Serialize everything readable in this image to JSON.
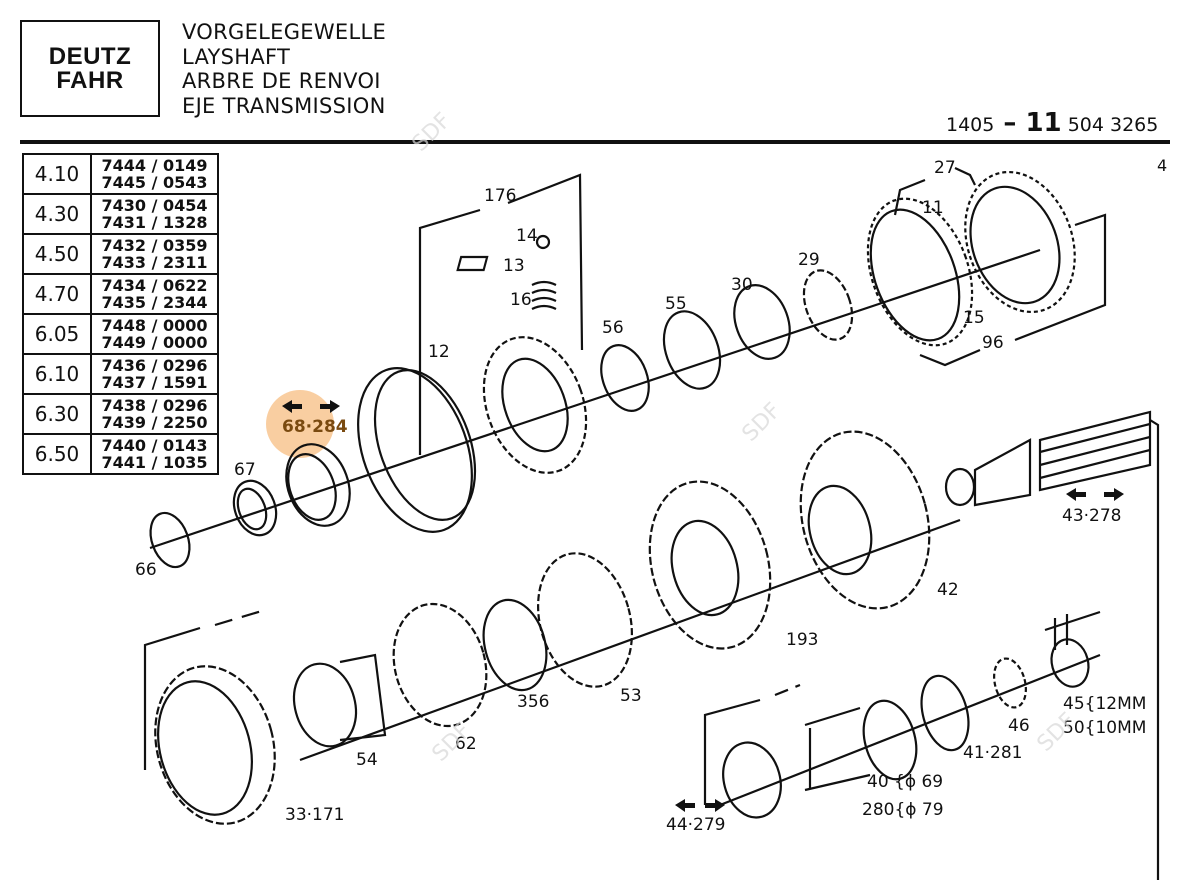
{
  "header": {
    "logo": [
      "DEUTZ",
      "FAHR"
    ],
    "titles": [
      "VORGELEGEWELLE",
      "LAYSHAFT",
      "ARBRE DE RENVOI",
      "EJE TRANSMISSION"
    ],
    "drawing_code": {
      "prefix": "1405",
      "section": "11",
      "number": "504 3265"
    },
    "page": "4"
  },
  "variants_table": [
    {
      "model": "4.10",
      "codes": [
        "7444 / 0149",
        "7445 / 0543"
      ]
    },
    {
      "model": "4.30",
      "codes": [
        "7430 / 0454",
        "7431 / 1328"
      ]
    },
    {
      "model": "4.50",
      "codes": [
        "7432 / 0359",
        "7433 / 2311"
      ]
    },
    {
      "model": "4.70",
      "codes": [
        "7434 / 0622",
        "7435 / 2344"
      ]
    },
    {
      "model": "6.05",
      "codes": [
        "7448 / 0000",
        "7449 / 0000"
      ]
    },
    {
      "model": "6.10",
      "codes": [
        "7436 / 0296",
        "7437 / 1591"
      ]
    },
    {
      "model": "6.30",
      "codes": [
        "7438 / 0296",
        "7439 / 2250"
      ]
    },
    {
      "model": "6.50",
      "codes": [
        "7440 / 0143",
        "7441 / 1035"
      ]
    }
  ],
  "highlight": {
    "part": "68·284",
    "color": "#f8c690"
  },
  "part_labels": {
    "p176": "176",
    "p14": "14",
    "p13": "13",
    "p16": "16",
    "p12": "12",
    "p56": "56",
    "p55": "55",
    "p30": "30",
    "p29": "29",
    "p27": "27",
    "p11": "11",
    "p15": "15",
    "p96": "96",
    "p68": "68·284",
    "p67": "67",
    "p66": "66",
    "p43": "43·278",
    "p42": "42",
    "p193": "193",
    "p53": "53",
    "p356": "356",
    "p62": "62",
    "p54": "54",
    "p33": "33·171",
    "p44": "44·279",
    "p40": "40 {ϕ 69",
    "p280": "280{ϕ 79",
    "p41": "41·281",
    "p46": "46",
    "p45": "45{12MM",
    "p50": "50{10MM"
  },
  "watermark": "SDF"
}
